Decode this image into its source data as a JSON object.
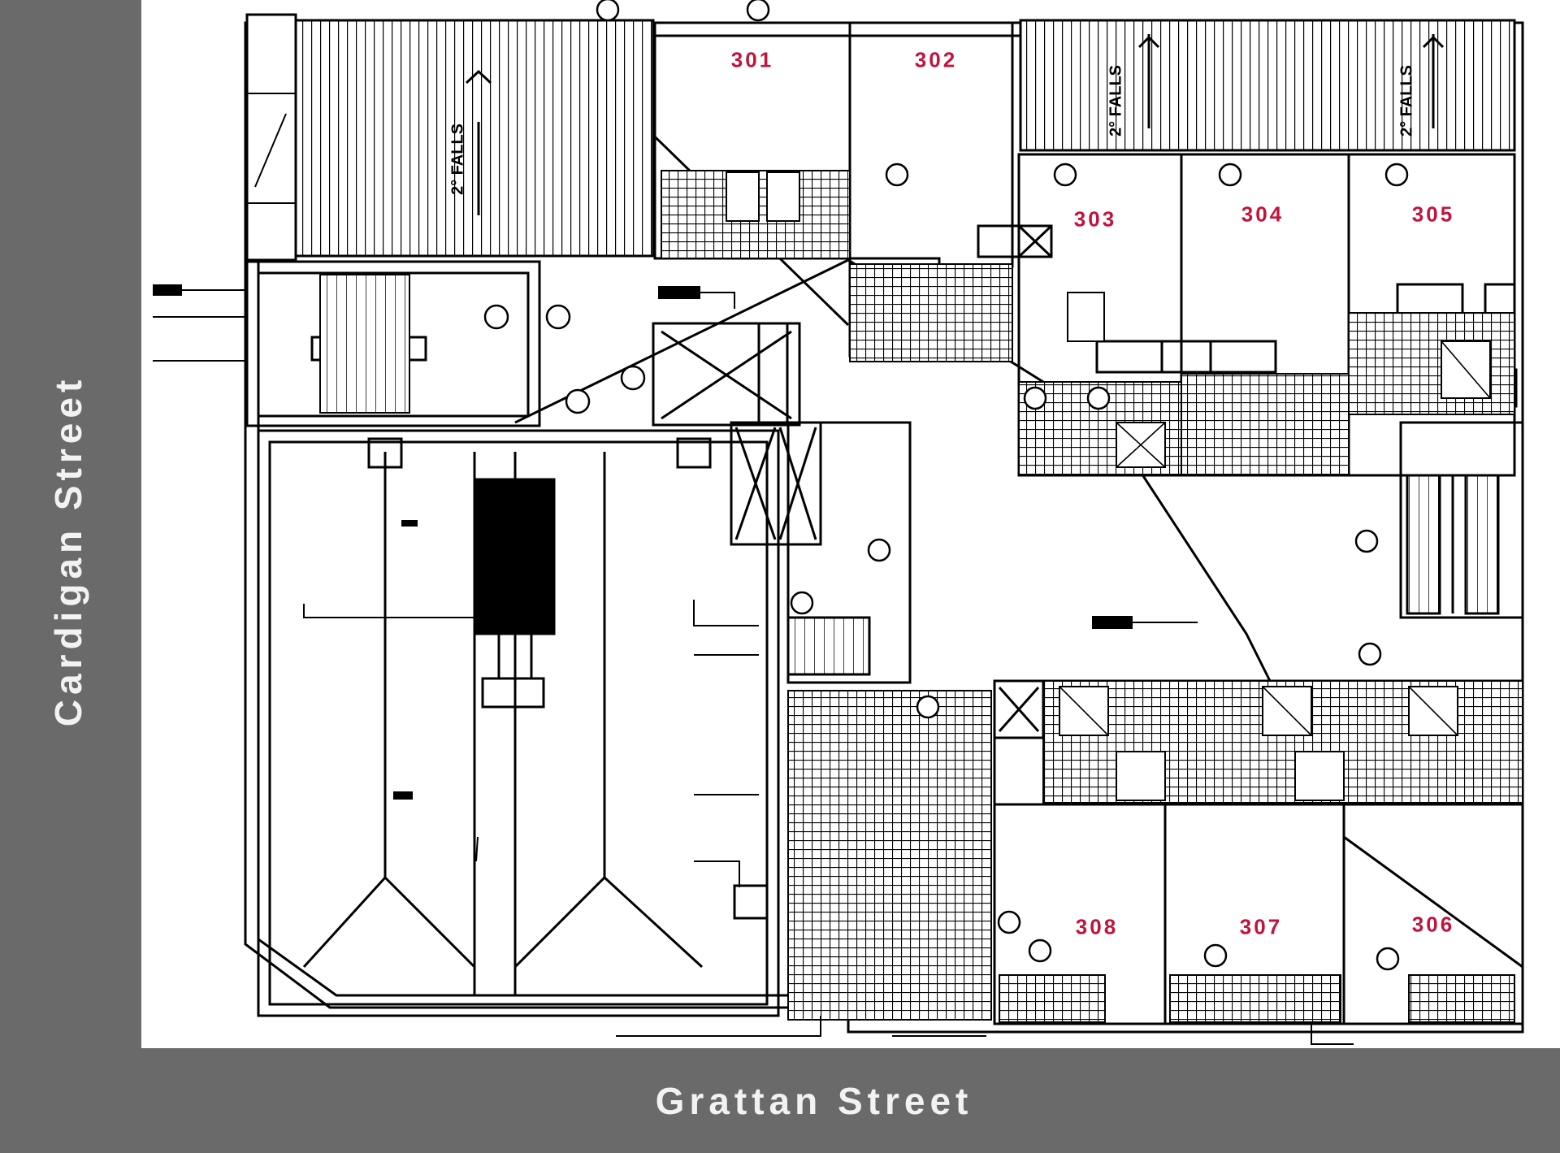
{
  "streets": {
    "left": "Cardigan Street",
    "bottom": "Grattan Street"
  },
  "units": [
    "301",
    "302",
    "303",
    "304",
    "305",
    "306",
    "307",
    "308"
  ],
  "falls": [
    "2° FALLS",
    "2° FALLS",
    "2° FALLS"
  ],
  "colors": {
    "unit_label": "#c0143c",
    "surround": "#6a6a6a",
    "plan_bg": "#ffffff",
    "lines": "#000000"
  }
}
